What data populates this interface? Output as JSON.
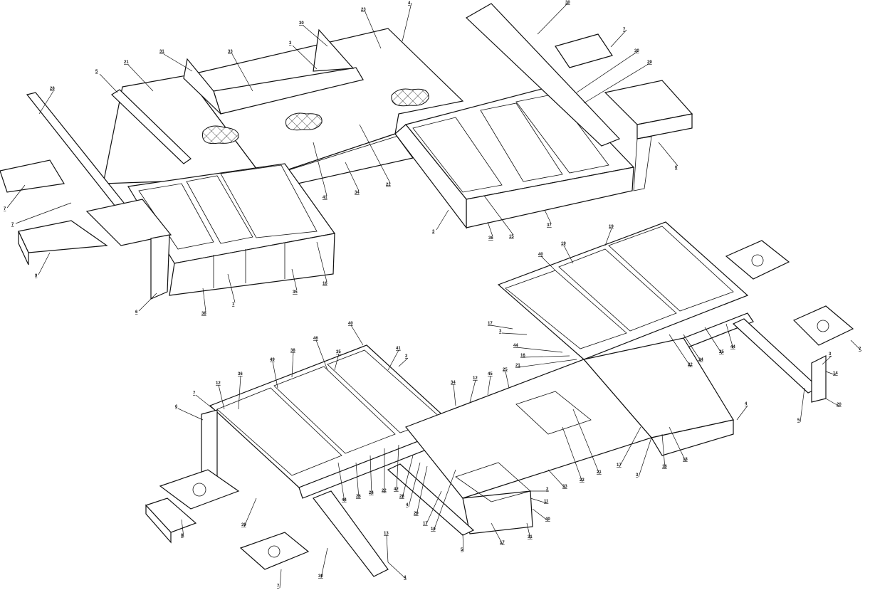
{
  "drawing": {
    "type": "exploded isometric assembly drawing",
    "line_color": "#111111",
    "background": "#ffffff"
  },
  "callouts_top": [
    "28",
    "5",
    "21",
    "31",
    "33",
    "30",
    "3",
    "23",
    "4",
    "7",
    "7",
    "9",
    "6",
    "38",
    "1",
    "35",
    "16",
    "41",
    "34",
    "22",
    "3",
    "36",
    "15",
    "37",
    "30",
    "7",
    "30",
    "29",
    "6"
  ],
  "callouts_bottom": [
    "19",
    "40",
    "19",
    "17",
    "3",
    "44",
    "16",
    "21",
    "22",
    "24",
    "25",
    "44",
    "3",
    "14",
    "20",
    "7",
    "5",
    "4",
    "6",
    "7",
    "12",
    "36",
    "49",
    "38",
    "46",
    "35",
    "40",
    "41",
    "2",
    "34",
    "12",
    "45",
    "25",
    "39",
    "8",
    "44",
    "26",
    "24",
    "22",
    "42",
    "28",
    "4",
    "29",
    "17",
    "10",
    "5",
    "17",
    "31",
    "40",
    "11",
    "2",
    "33",
    "23",
    "21",
    "17",
    "3",
    "16",
    "18",
    "13",
    "30",
    "7",
    "4"
  ]
}
